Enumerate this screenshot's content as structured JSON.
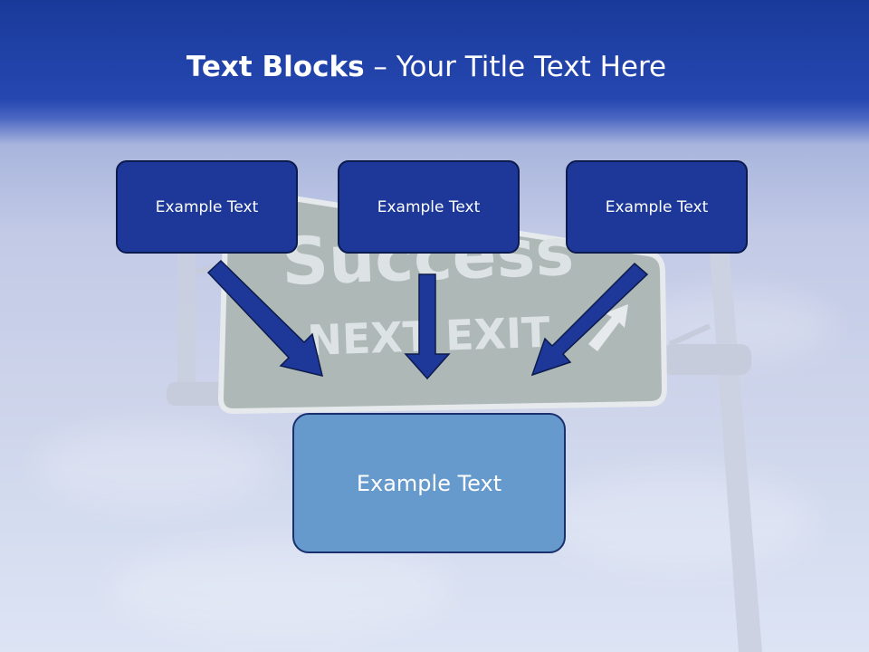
{
  "slide": {
    "title_bold": "Text Blocks",
    "title_dash": " – ",
    "title_rest": "Your Title Text Here"
  },
  "background": {
    "sign_line_1": "Success",
    "sign_line_2": "NEXT EXIT"
  },
  "boxes": [
    {
      "label": "Example Text"
    },
    {
      "label": "Example Text"
    },
    {
      "label": "Example Text"
    }
  ],
  "main_box": {
    "label": "Example Text"
  },
  "colors": {
    "header": "#1a3a9a",
    "box_fill": "#1d3898",
    "box_border": "#0c1a4c",
    "main_box_fill": "#6699cc",
    "arrow_fill": "#1d3898",
    "sign_fill": "#aeb8b6"
  }
}
